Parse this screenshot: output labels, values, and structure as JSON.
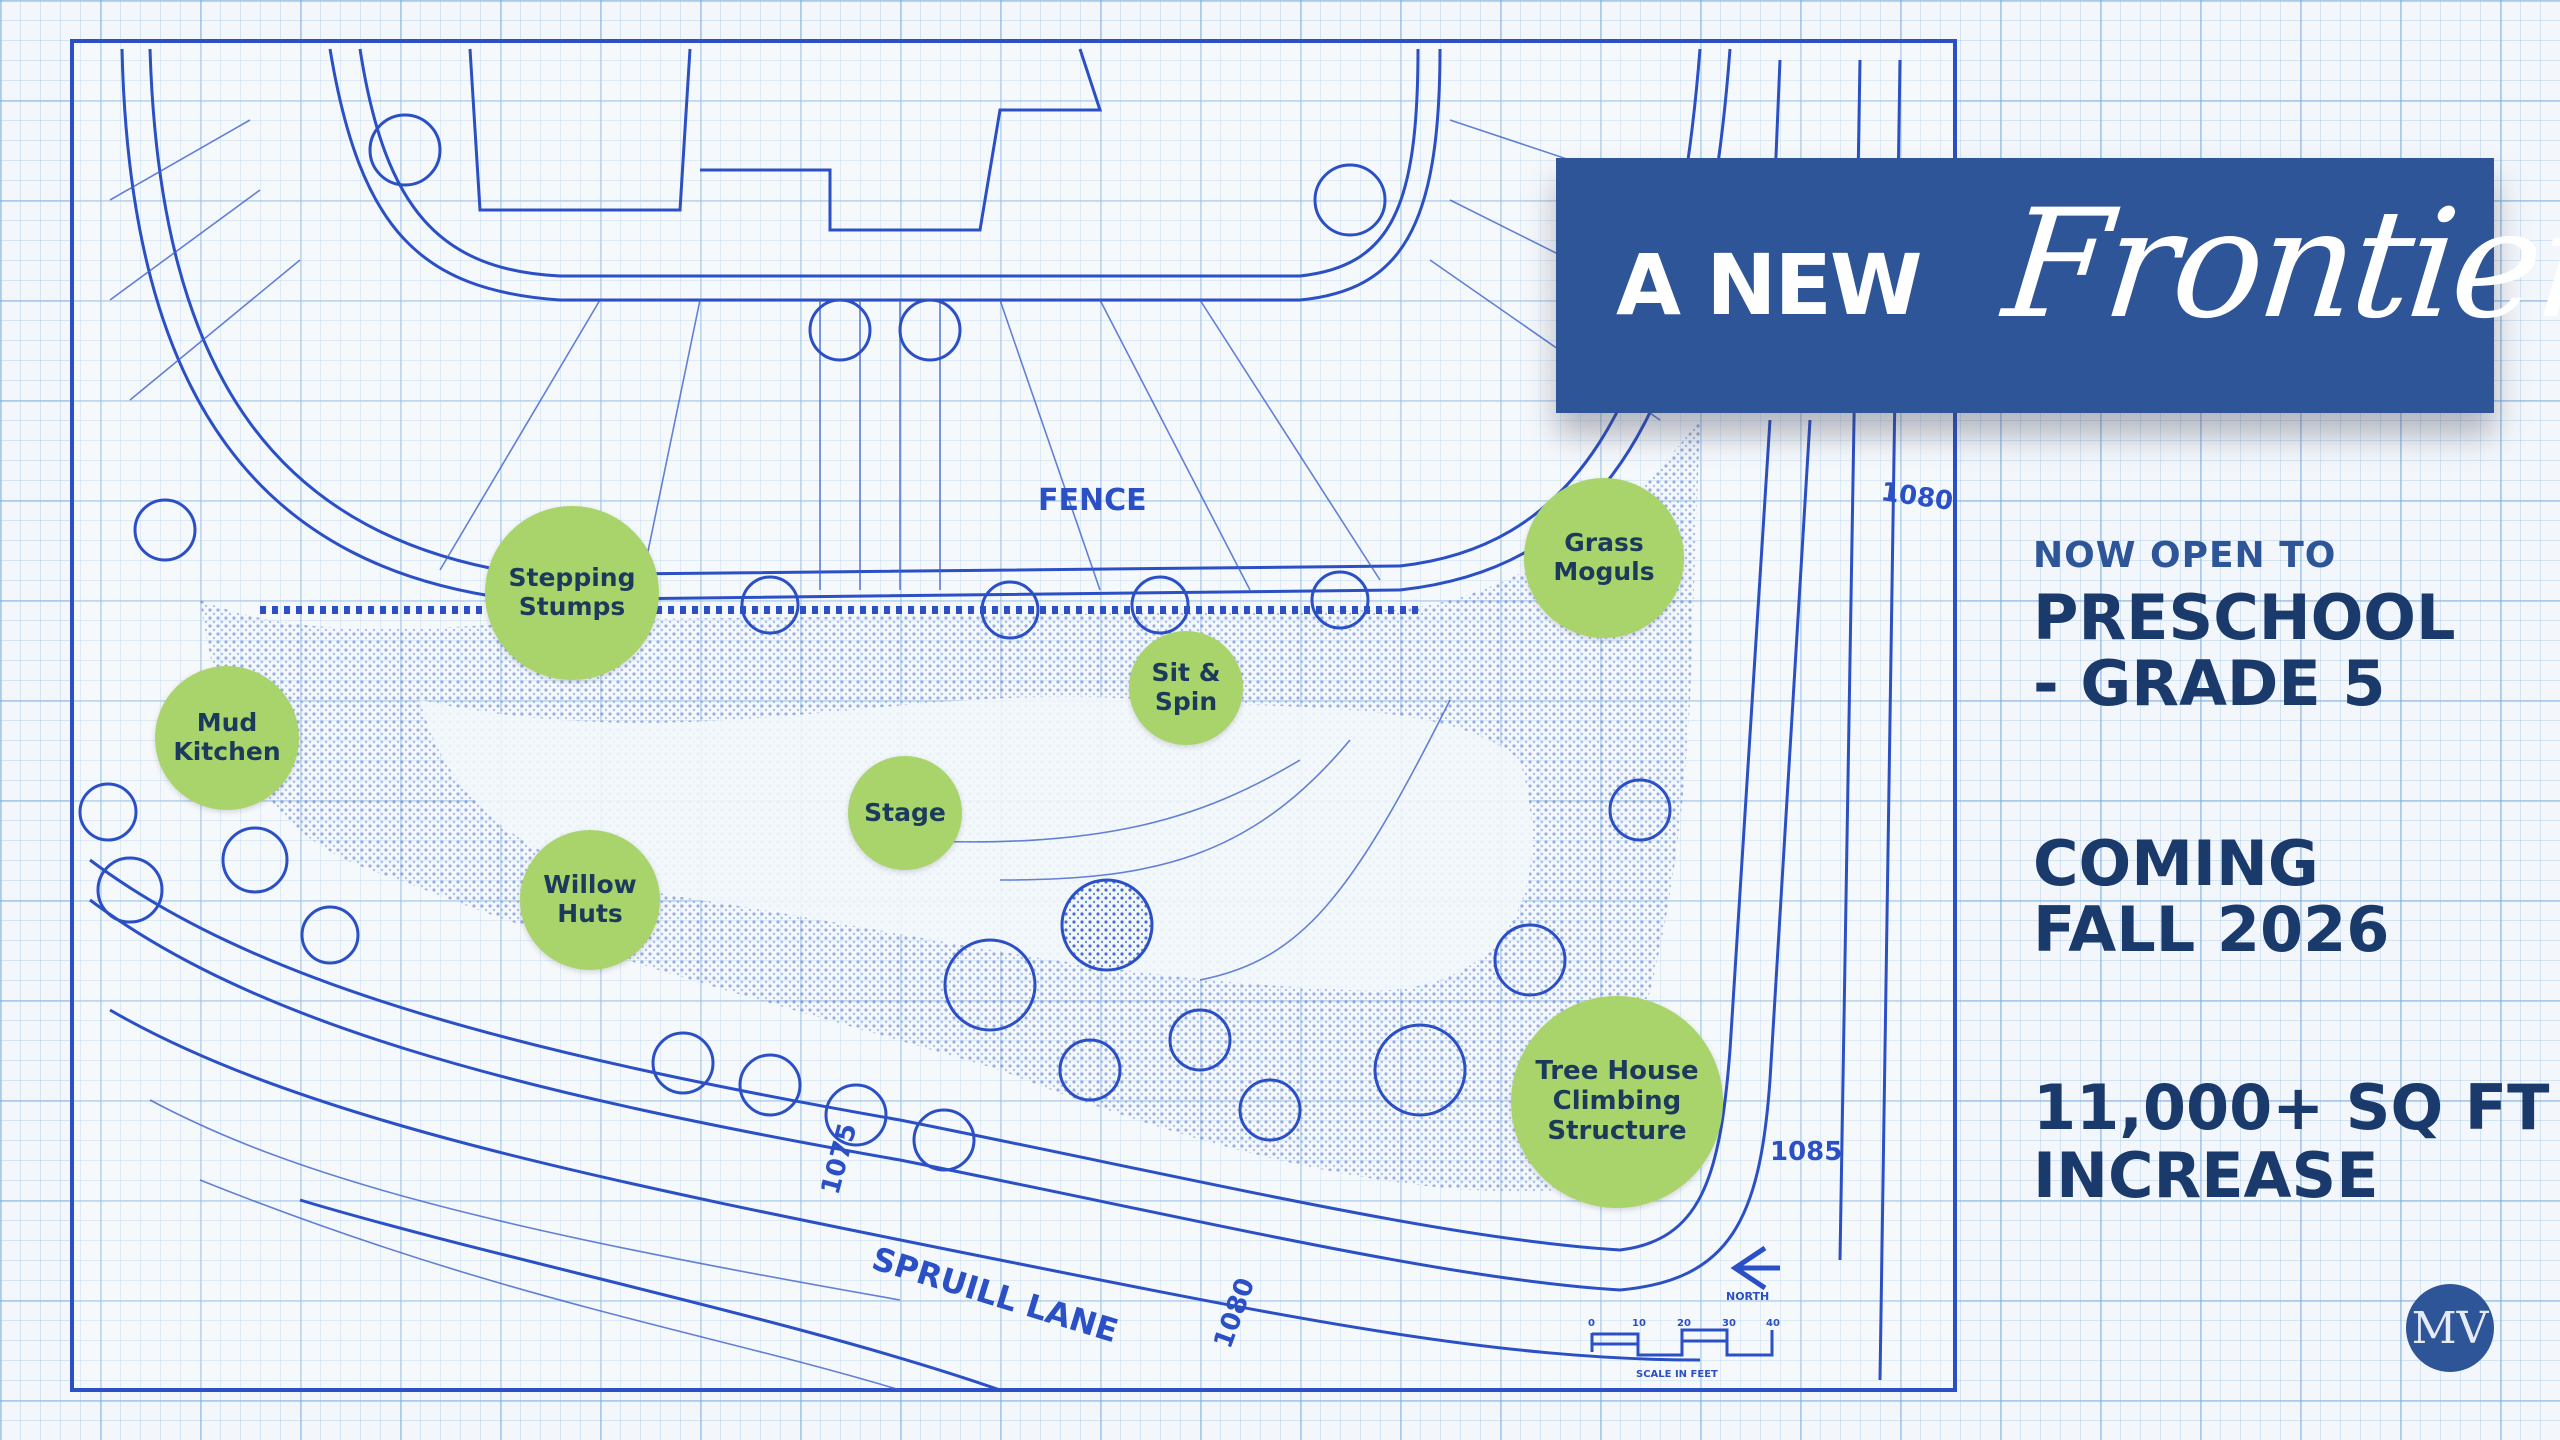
{
  "title": {
    "prefix": "A NEW",
    "script": "Frontier"
  },
  "info": {
    "open_label": "NOW OPEN TO",
    "open_line1": "PRESCHOOL",
    "open_line2": "- GRADE 5",
    "coming_line1": "COMING",
    "coming_line2": "FALL 2026",
    "size_line1": "11,000+ SQ FT",
    "size_line2": "INCREASE"
  },
  "features": [
    {
      "label": "Stepping\nStumps"
    },
    {
      "label": "Mud\nKitchen"
    },
    {
      "label": "Grass\nMoguls"
    },
    {
      "label": "Sit &\nSpin"
    },
    {
      "label": "Stage"
    },
    {
      "label": "Willow\nHuts"
    },
    {
      "label": "Tree House\nClimbing\nStructure"
    }
  ],
  "plan": {
    "fence": "FENCE",
    "street": "SPRUILL LANE",
    "contour_1080a": "1080",
    "contour_1080b": "1080",
    "contour_1085": "1085",
    "contour_1075": "1075",
    "north": "NORTH",
    "scale_label": "SCALE IN FEET",
    "scale_ticks": [
      "0",
      "10",
      "20",
      "30",
      "40"
    ]
  },
  "logo": {
    "text": "MV"
  },
  "colors": {
    "title_bg": "#2e5598",
    "text": "#1b3a6c",
    "pin": "#a9d46b",
    "blueprint": "#2b4fc4"
  }
}
